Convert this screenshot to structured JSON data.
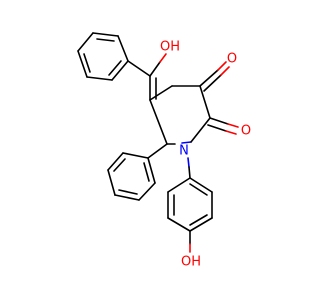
{
  "molecule": {
    "atoms": {
      "o_ketone": "O",
      "o_lactam": "O",
      "o_enol": "OH",
      "o_phenol": "OH",
      "n_ring": "N"
    },
    "colors": {
      "bond": "#000000",
      "oxygen": "#ff0000",
      "nitrogen": "#0000ff"
    }
  }
}
